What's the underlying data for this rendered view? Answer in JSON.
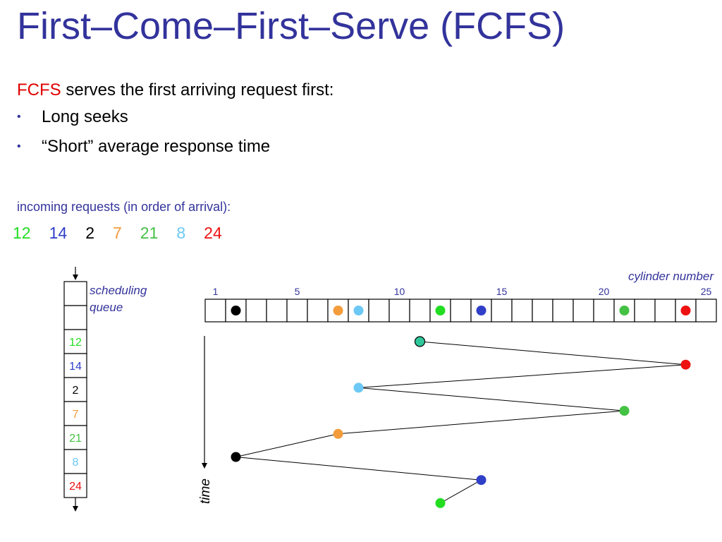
{
  "title": "First–Come–First–Serve (FCFS)",
  "intro": {
    "accent": "FCFS",
    "rest": " serves the first arriving request first:"
  },
  "bullets": [
    "Long seeks",
    "“Short” average response time"
  ],
  "incoming_label": "incoming requests (in order of arrival):",
  "colors": {
    "title": "#33339c",
    "accent": "#e00000",
    "line": "#000000",
    "start": "#2fc79a",
    "c2": "#000000",
    "c7": "#f39c3c",
    "c8": "#6cc8f4",
    "c12": "#22dd22",
    "c14": "#2f3fc8",
    "c21": "#44c244",
    "c24": "#ee1111"
  },
  "requests": [
    {
      "value": "12",
      "cyl": 12,
      "color": "#22dd22"
    },
    {
      "value": "14",
      "cyl": 14,
      "color": "#2f3fc8"
    },
    {
      "value": "2",
      "cyl": 2,
      "color": "#000000"
    },
    {
      "value": "7",
      "cyl": 7,
      "color": "#f39c3c"
    },
    {
      "value": "21",
      "cyl": 21,
      "color": "#44c244"
    },
    {
      "value": "8",
      "cyl": 8,
      "color": "#6cc8f4"
    },
    {
      "value": "24",
      "cyl": 24,
      "color": "#ee1111"
    }
  ],
  "queue": {
    "label_line1": "scheduling",
    "label_line2": "queue",
    "slots": [
      "",
      "",
      "12",
      "14",
      "2",
      "7",
      "21",
      "8",
      "24"
    ]
  },
  "cylinder": {
    "label": "cylinder number",
    "count": 25,
    "tick_labels": [
      {
        "text": "1",
        "cyl": 1
      },
      {
        "text": "5",
        "cyl": 5
      },
      {
        "text": "10",
        "cyl": 10
      },
      {
        "text": "15",
        "cyl": 15
      },
      {
        "text": "20",
        "cyl": 20
      },
      {
        "text": "25",
        "cyl": 25
      }
    ]
  },
  "time_label": "time",
  "schedule_path": [
    {
      "cyl": 11,
      "color": "#2fc79a",
      "start": true
    },
    {
      "cyl": 24,
      "color": "#ee1111"
    },
    {
      "cyl": 8,
      "color": "#6cc8f4"
    },
    {
      "cyl": 21,
      "color": "#44c244"
    },
    {
      "cyl": 7,
      "color": "#f39c3c"
    },
    {
      "cyl": 2,
      "color": "#000000"
    },
    {
      "cyl": 14,
      "color": "#2f3fc8"
    },
    {
      "cyl": 12,
      "color": "#22dd22"
    }
  ]
}
